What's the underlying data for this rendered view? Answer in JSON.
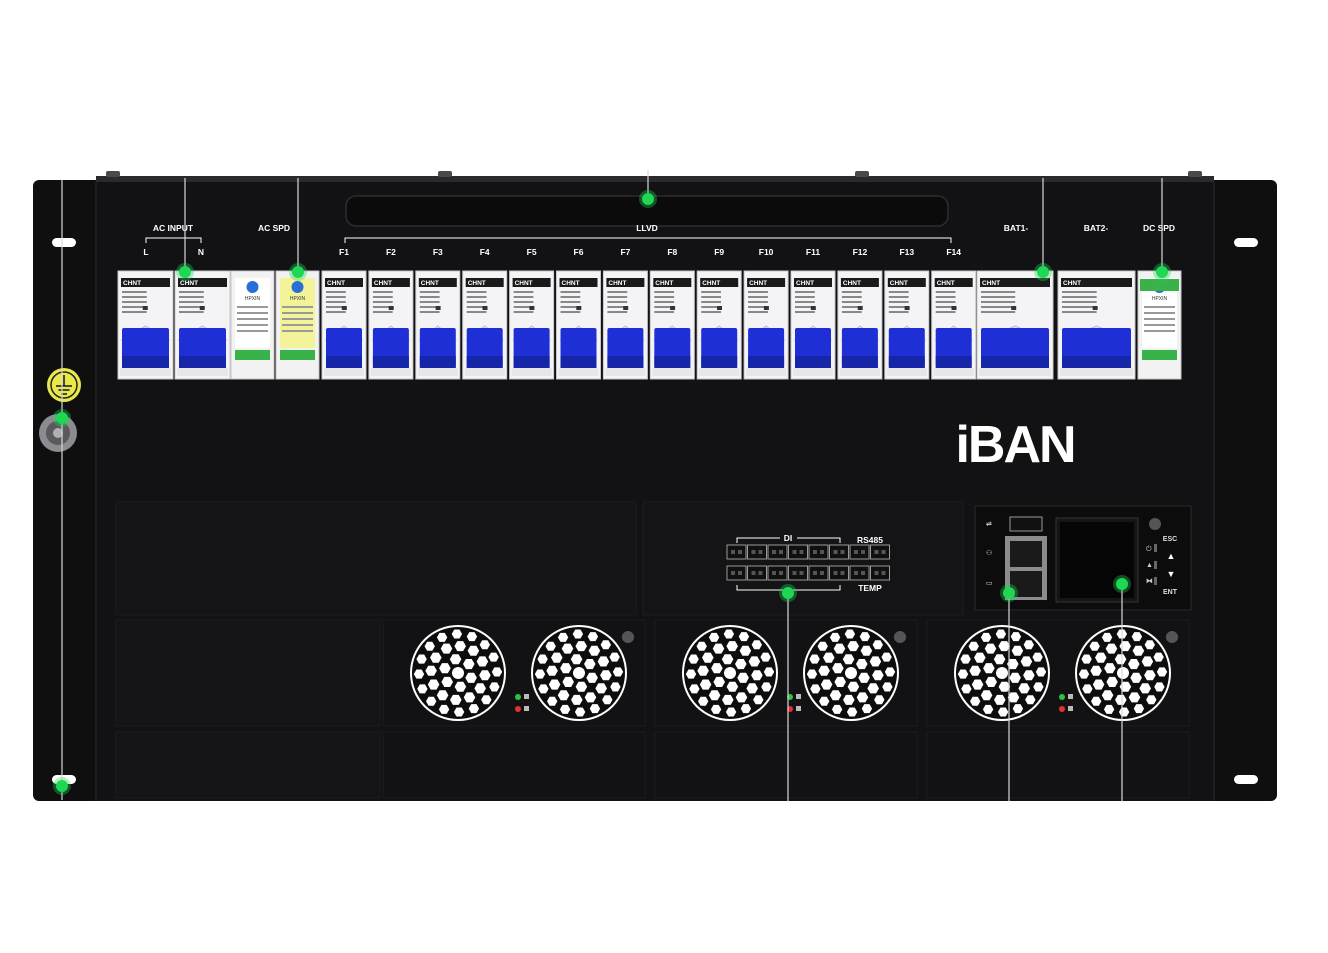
{
  "labels": {
    "ac_input": "AC INPUT",
    "l": "L",
    "n": "N",
    "ac_spd": "AC SPD",
    "llvd": "LLVD",
    "bat1": "BAT1-",
    "bat2": "BAT2-",
    "dc_spd": "DC SPD",
    "di": "DI",
    "rs485": "RS485",
    "temp": "TEMP",
    "esc": "ESC",
    "ent": "ENT",
    "brand": "iBAN"
  },
  "breaker_brand": "CHNT",
  "spd_brand": "HPXIN",
  "branches": [
    "F1",
    "F2",
    "F3",
    "F4",
    "F5",
    "F6",
    "F7",
    "F8",
    "F9",
    "F10",
    "F11",
    "F12",
    "F13",
    "F14"
  ],
  "hotspot_color": "#1fd655",
  "panel_color": "#0f0f10",
  "handle_color": "#1f2fd6"
}
